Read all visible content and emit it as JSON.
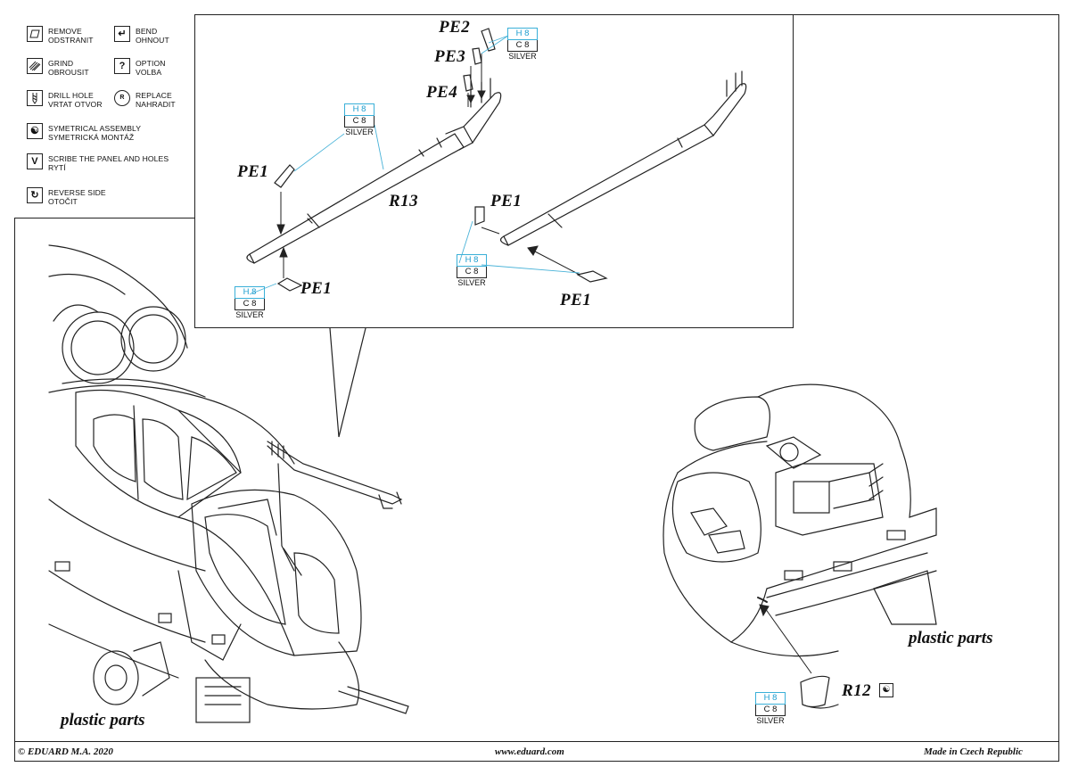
{
  "legend": {
    "items": [
      {
        "icon": "remove-icon",
        "line1": "REMOVE",
        "line2": "ODSTRANIT"
      },
      {
        "icon": "bend-icon",
        "line1": "BEND",
        "line2": "OHNOUT"
      },
      {
        "icon": "grind-icon",
        "line1": "GRIND",
        "line2": "OBROUSIT"
      },
      {
        "icon": "option-icon",
        "line1": "OPTION",
        "line2": "VOLBA"
      },
      {
        "icon": "drill-hole-icon",
        "line1": "DRILL HOLE",
        "line2": "VRTAT OTVOR"
      },
      {
        "icon": "replace-icon",
        "line1": "REPLACE",
        "line2": "NAHRADIT"
      },
      {
        "icon": "symmetrical-assembly-icon",
        "line1": "SYMETRICAL ASSEMBLY",
        "line2": "SYMETRICKÁ MONTÁŽ"
      },
      {
        "icon": "scribe-icon",
        "line1": "SCRIBE THE PANEL AND HOLES",
        "line2": "RYTÍ"
      },
      {
        "icon": "reverse-side-icon",
        "line1": "REVERSE SIDE",
        "line2": "OTOČIT"
      }
    ]
  },
  "labels": {
    "pe2": "PE2",
    "pe3": "PE3",
    "pe4": "PE4",
    "pe1a": "PE1",
    "pe1b": "PE1",
    "pe1c": "PE1",
    "pe1d": "PE1",
    "r13": "R13",
    "r12": "R12"
  },
  "paint": {
    "h": "H 8",
    "c": "C 8",
    "silver": "SILVER"
  },
  "plastic_left": "plastic parts",
  "plastic_right": "plastic parts",
  "footer": {
    "left": "© EDUARD  M.A. 2020",
    "center": "www.eduard.com",
    "right": "Made in Czech Republic"
  },
  "colors": {
    "paint_accent": "#1a9ccf",
    "line": "#222222"
  }
}
